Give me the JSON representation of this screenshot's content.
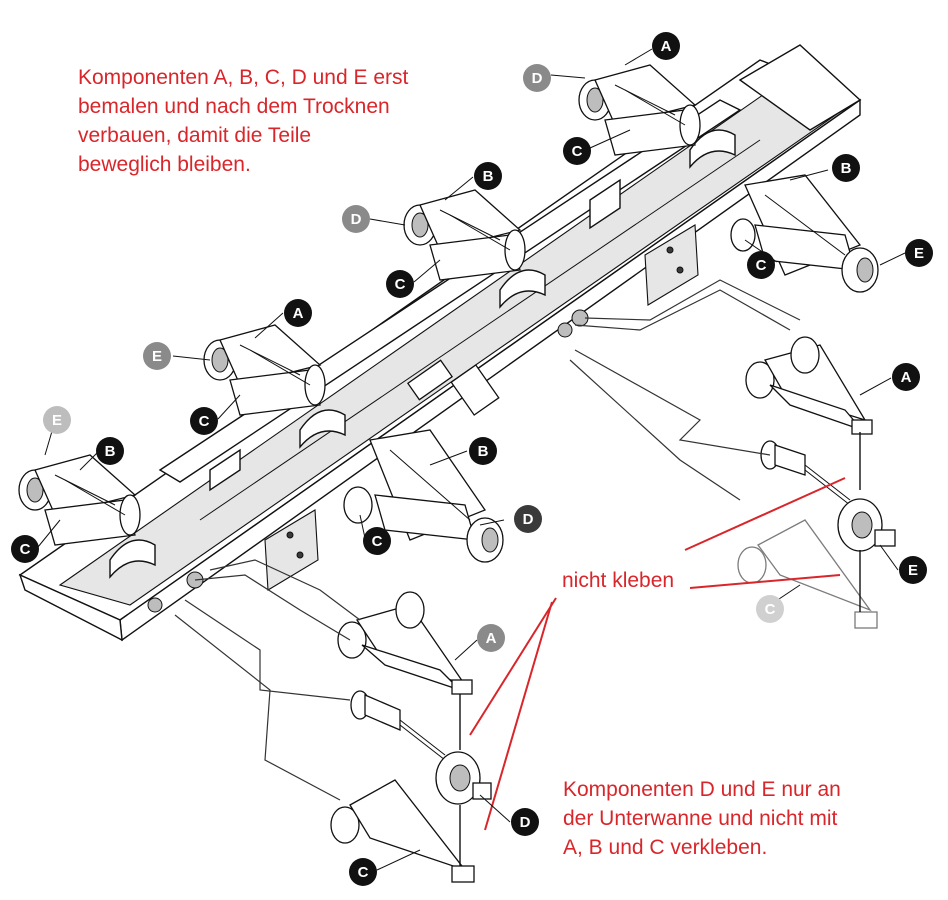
{
  "notes": {
    "top": "Komponenten A, B, C, D und E erst\nbemalen und nach dem Trocknen\nverbauen, damit die Teile\nbeweglich bleiben.",
    "middle": "nicht kleben",
    "bottom": "Komponenten D und E nur an\nder Unterwanne und nicht mit\nA, B und C verkleben."
  },
  "labels": {
    "a": "A",
    "b": "B",
    "c": "C",
    "d": "D",
    "e": "E"
  },
  "colors": {
    "note_text": "#d8262b",
    "badge_dark": "#111111",
    "badge_grey": "#8a8a8a",
    "badge_faded": "#d0d0d0"
  }
}
